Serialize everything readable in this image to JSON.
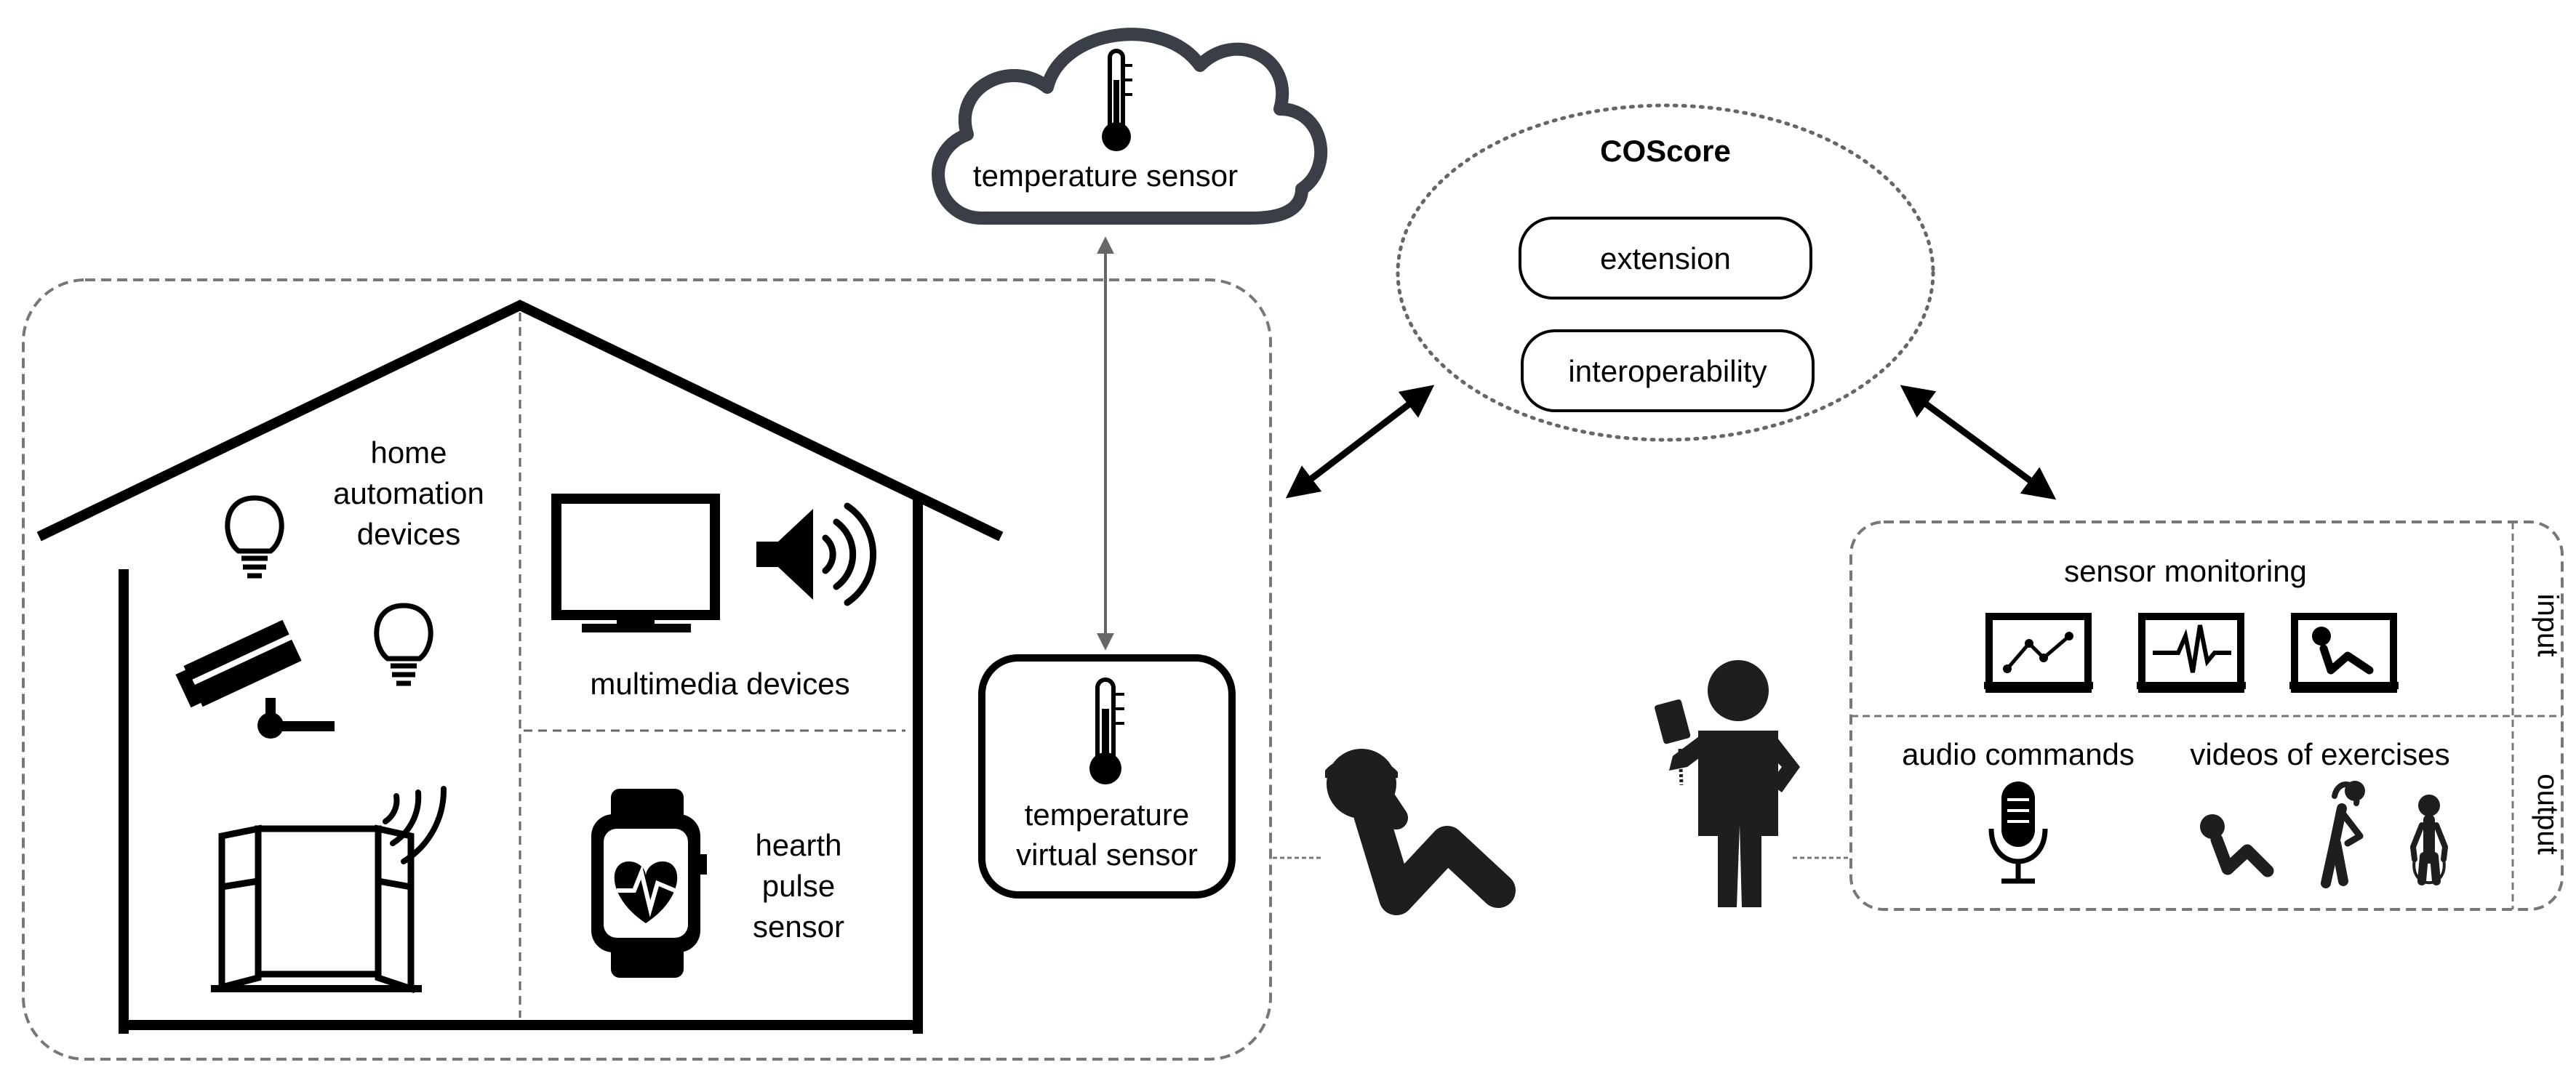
{
  "cloud": {
    "label": "temperature sensor"
  },
  "coscore": {
    "title": "COScore",
    "items": [
      "extension",
      "interoperability"
    ]
  },
  "house": {
    "home_automation": [
      "home",
      "automation",
      "devices"
    ],
    "multimedia": "multimedia devices",
    "pulse": [
      "hearth",
      "pulse",
      "sensor"
    ]
  },
  "virtual_sensor": {
    "lines": [
      "temperature",
      "virtual sensor"
    ]
  },
  "panel": {
    "sensor_monitoring": "sensor monitoring",
    "audio_commands": "audio commands",
    "videos": "videos of exercises",
    "input_label": "input",
    "output_label": "output"
  },
  "colors": {
    "stroke": "#000000",
    "dashed": "#777777",
    "cloud": "#3a3f47",
    "arrow": "#666666"
  },
  "icons": [
    "lightbulb-icon",
    "security-camera-icon",
    "window-icon",
    "wifi-waves-icon",
    "tv-monitor-icon",
    "speaker-icon",
    "smartwatch-icon",
    "thermometer-icon",
    "person-crunch-icon",
    "person-standing-icon",
    "microphone-icon",
    "chart-monitor-icon",
    "heartbeat-monitor-icon",
    "stretch-icon",
    "jump-rope-icon"
  ]
}
